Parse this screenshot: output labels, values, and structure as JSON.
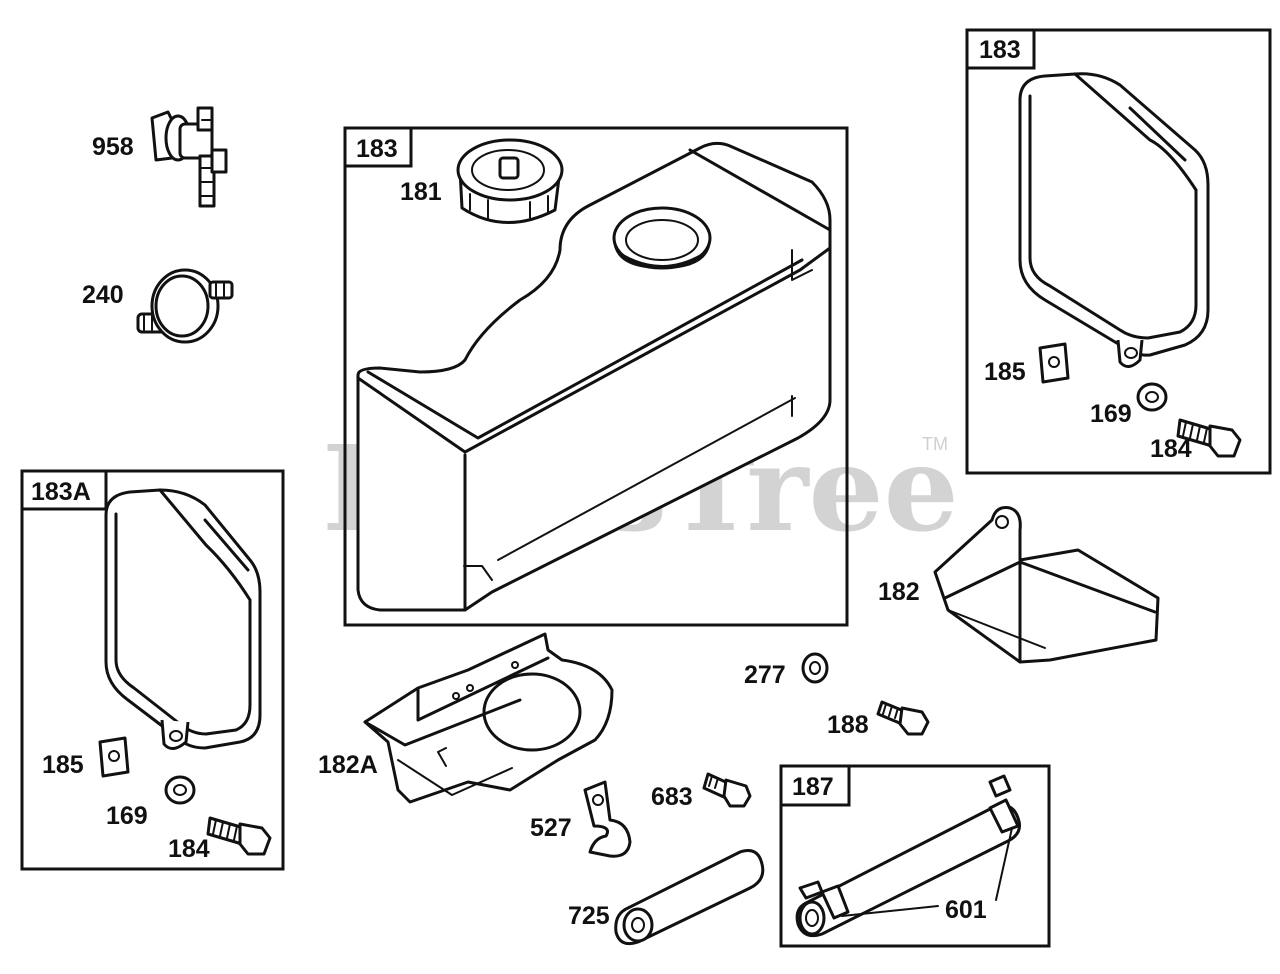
{
  "watermark": {
    "text": "PartsTree",
    "tm": "TM"
  },
  "groups": [
    {
      "id": "group-183-tank",
      "label": "183"
    },
    {
      "id": "group-183-top-right",
      "label": "183"
    },
    {
      "id": "group-183a",
      "label": "183A"
    },
    {
      "id": "group-187",
      "label": "187"
    }
  ],
  "callouts": {
    "c958": "958",
    "c240": "240",
    "c181": "181",
    "c185_right": "185",
    "c169_right": "169",
    "c184_right": "184",
    "c182": "182",
    "c277": "277",
    "c188": "188",
    "c182a": "182A",
    "c185_left": "185",
    "c169_left": "169",
    "c184_left": "184",
    "c527": "527",
    "c683": "683",
    "c725": "725",
    "c601": "601"
  }
}
